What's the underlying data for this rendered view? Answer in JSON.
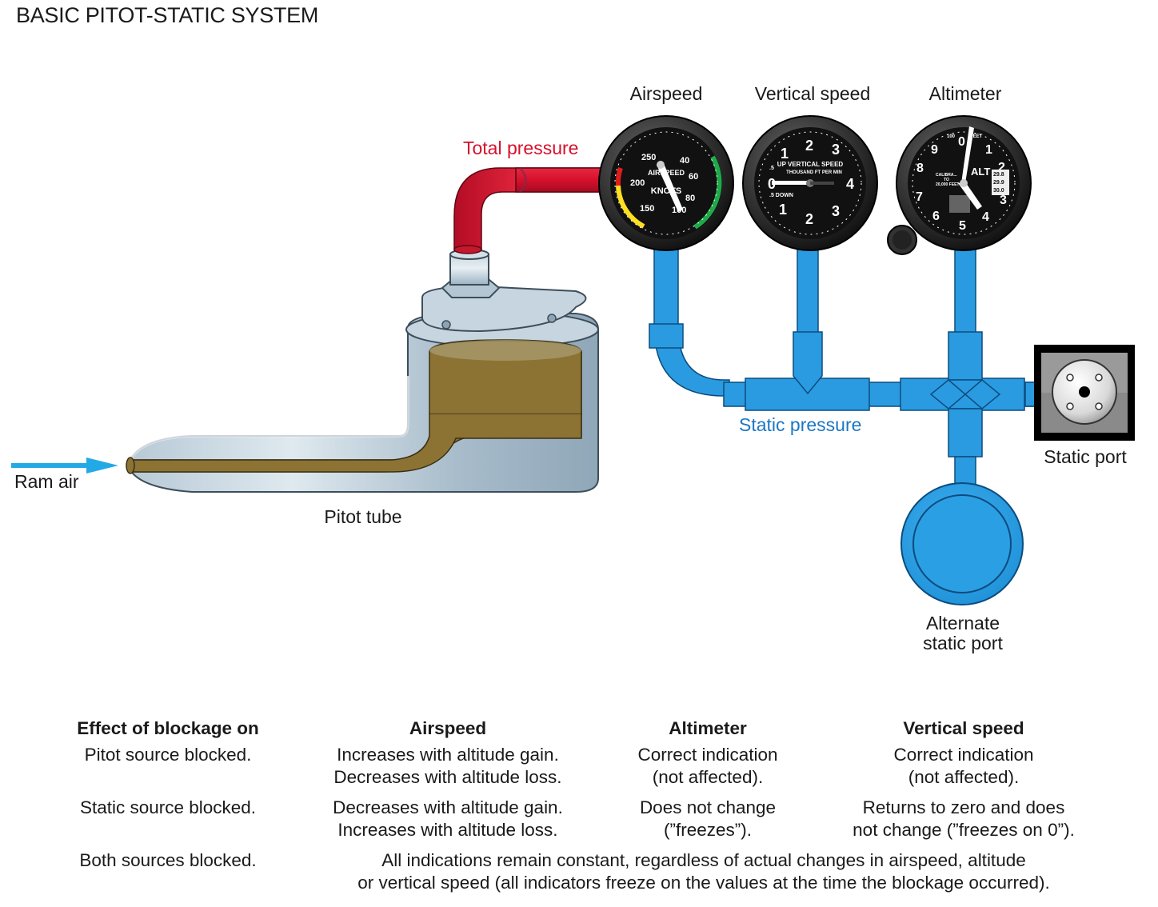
{
  "title": "BASIC PITOT-STATIC SYSTEM",
  "labels": {
    "airspeed": "Airspeed",
    "vertical_speed": "Vertical speed",
    "altimeter": "Altimeter",
    "total_pressure": "Total pressure",
    "static_pressure": "Static pressure",
    "static_port": "Static port",
    "alternate_static_port_1": "Alternate",
    "alternate_static_port_2": "static port",
    "ram_air": "Ram air",
    "pitot_tube": "Pitot tube"
  },
  "gauges": {
    "airspeed": {
      "top_text": "AIRSPEED",
      "unit": "KNOTS",
      "ticks": [
        "250",
        "40",
        "60",
        "200",
        "80",
        "150",
        "100"
      ]
    },
    "vertical_speed": {
      "line1": "UP VERTICAL SPEED",
      "line2": "THOUSAND FT PER MIN",
      "down": ".5 DOWN",
      "up": ".5",
      "numbers": [
        "0",
        "1",
        "2",
        "3",
        "4",
        "1",
        "2",
        "3"
      ]
    },
    "altimeter": {
      "label": "ALT",
      "numbers": [
        "0",
        "1",
        "2",
        "3",
        "4",
        "5",
        "6",
        "7",
        "8",
        "9"
      ],
      "hundred": "100",
      "feet": "FEET",
      "kollsman": [
        "29.8",
        "29.9",
        "30.0"
      ],
      "calibration": [
        "CALIBRA...",
        "TO",
        "20,000 FEET"
      ]
    }
  },
  "colors": {
    "total_pressure": "#d6102c",
    "static_pressure": "#2a9be0",
    "ram_air_arrow": "#22a9e6",
    "pitot_inner": "#8c7334",
    "pitot_body": "#a9bfcd"
  },
  "table": {
    "headers": [
      "Effect of blockage on",
      "Airspeed",
      "Altimeter",
      "Vertical speed"
    ],
    "rows": [
      {
        "label": "Pitot source blocked.",
        "airspeed": [
          "Increases with altitude gain.",
          "Decreases with altitude loss."
        ],
        "altimeter": [
          "Correct indication",
          "(not affected)."
        ],
        "vertical_speed": [
          "Correct indication",
          "(not affected)."
        ]
      },
      {
        "label": "Static source blocked.",
        "airspeed": [
          "Decreases with altitude gain.",
          "Increases with altitude loss."
        ],
        "altimeter": [
          "Does not change",
          "(”freezes”)."
        ],
        "vertical_speed": [
          "Returns to zero and does",
          "not change (”freezes on 0”)."
        ]
      },
      {
        "label": "Both sources blocked.",
        "combined": [
          "All indications remain constant, regardless of actual changes in airspeed, altitude",
          "or vertical speed (all indicators freeze on the values at the time the blockage occurred)."
        ]
      }
    ]
  }
}
